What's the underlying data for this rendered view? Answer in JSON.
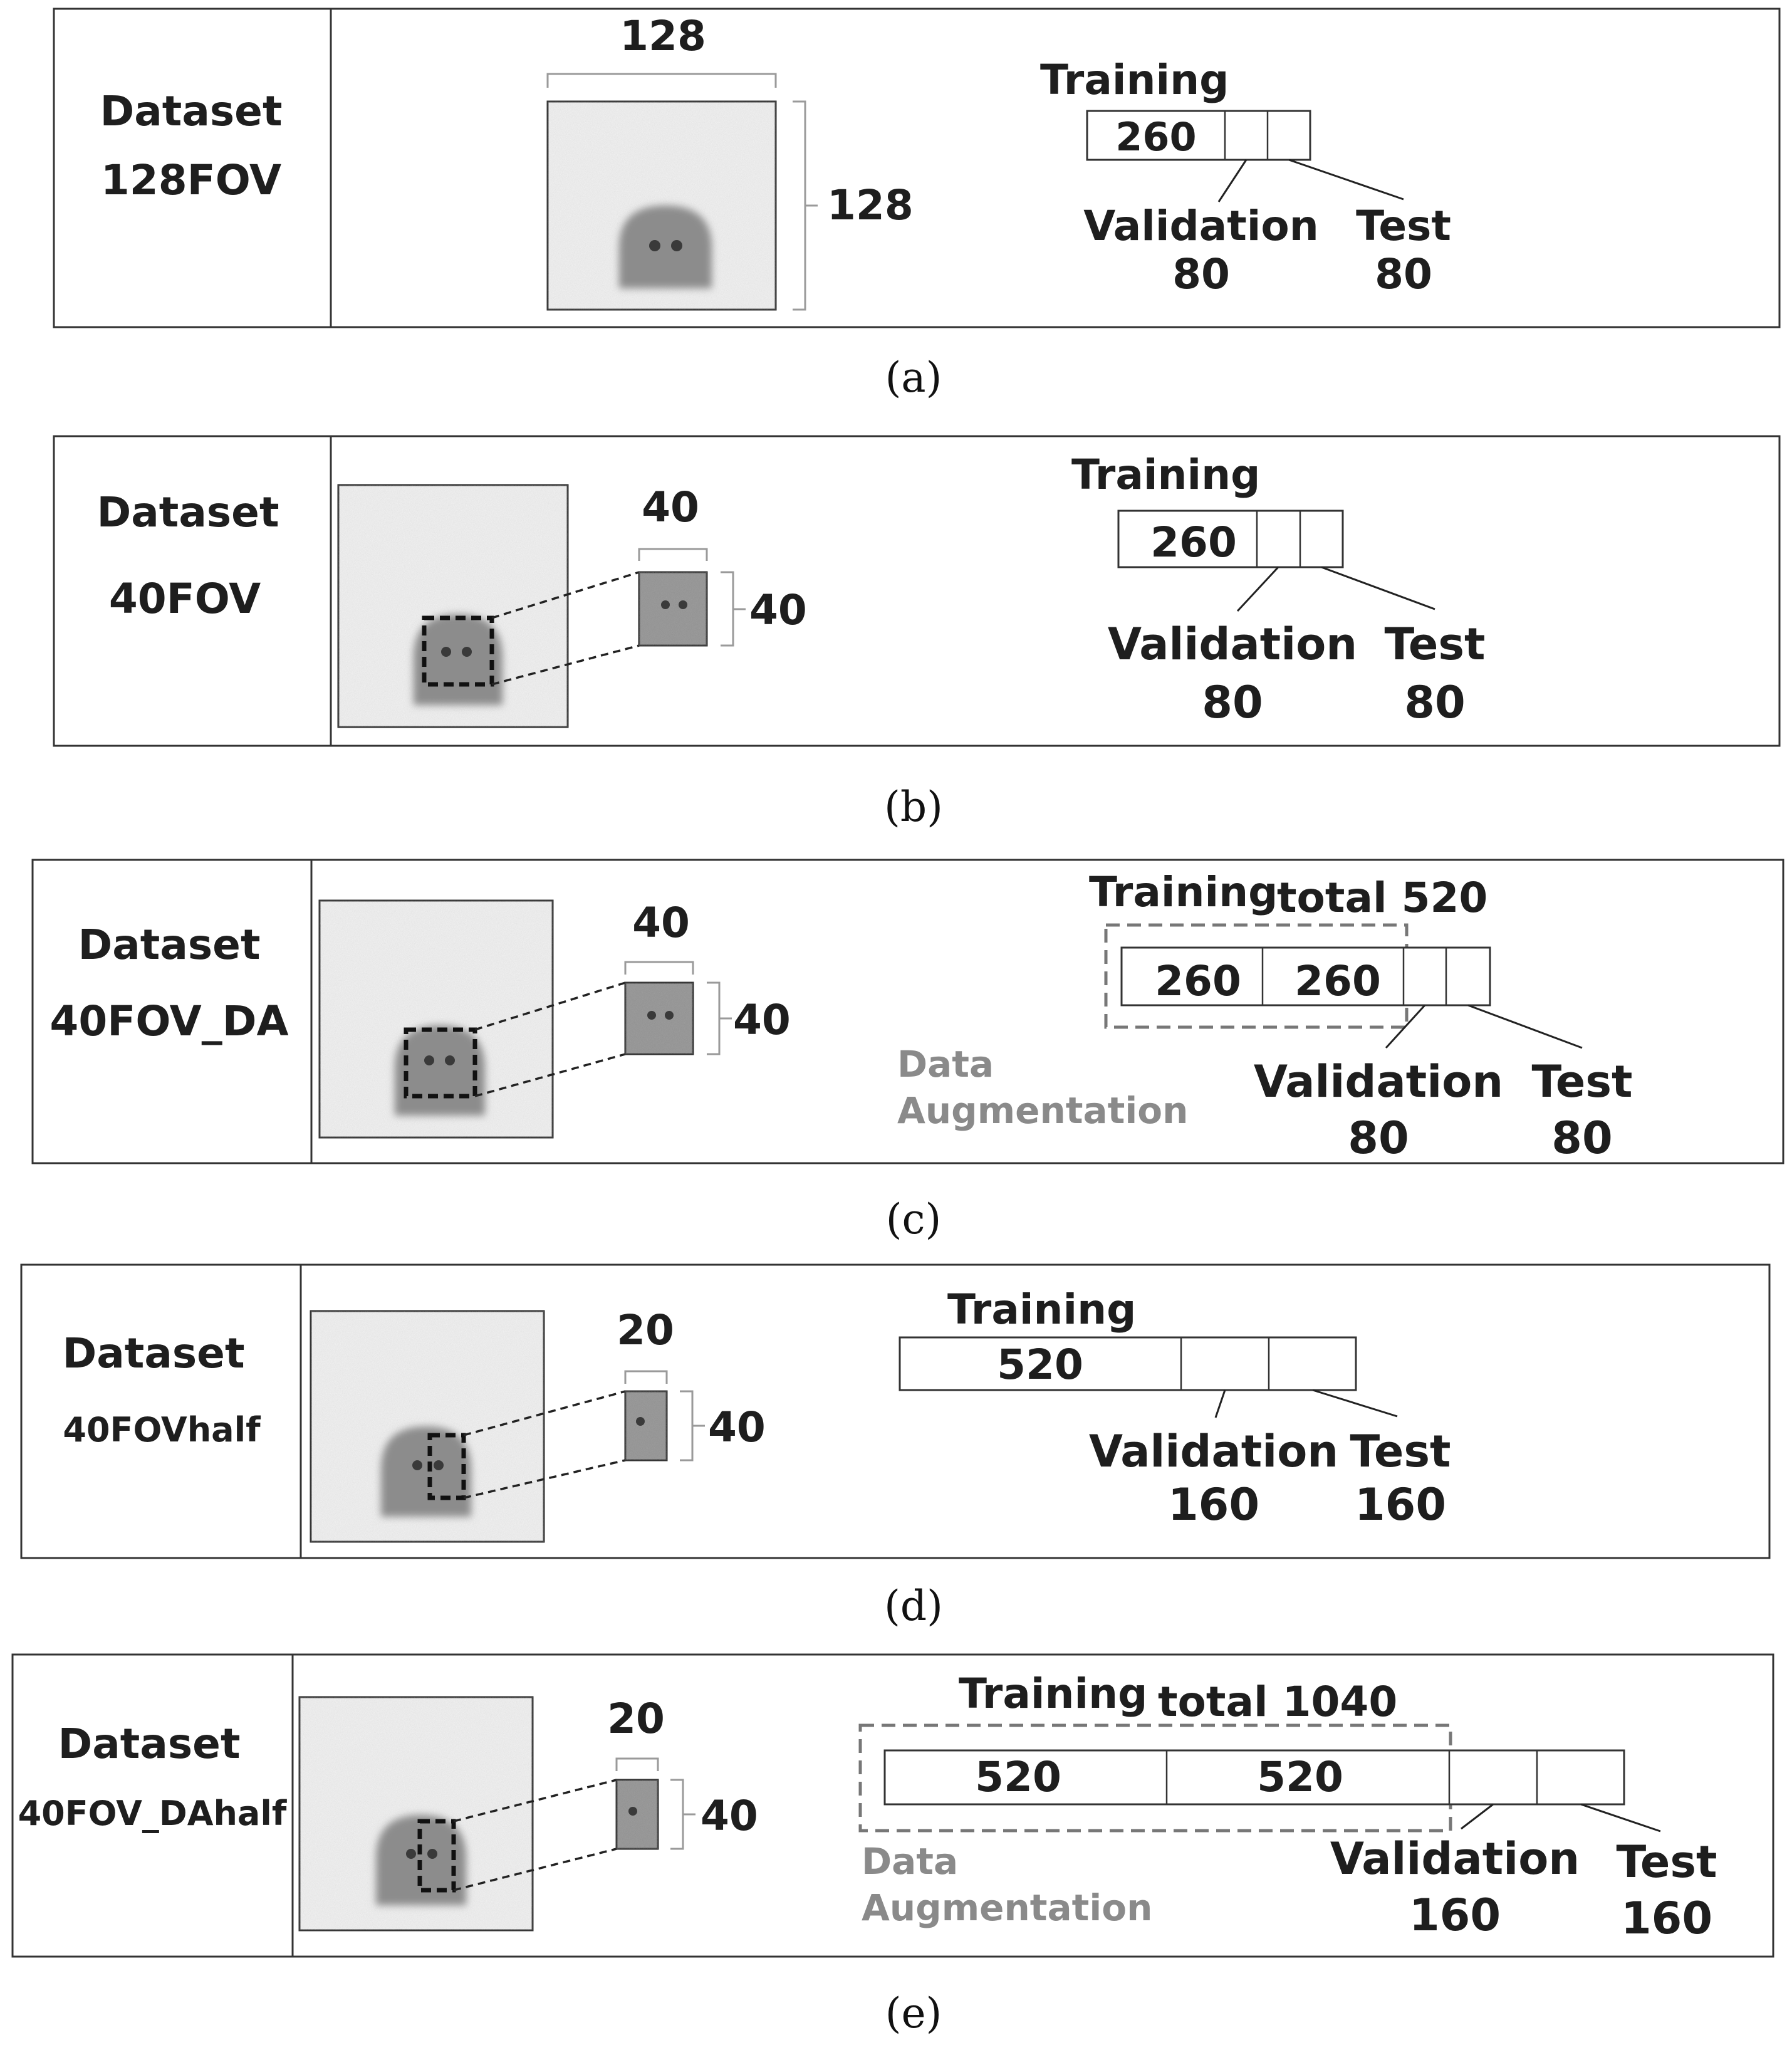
{
  "panels": [
    {
      "id": "a",
      "caption": "(a)",
      "dataset_label": "Dataset",
      "dataset_name": "128FOV",
      "crop_width_label": "128",
      "crop_height_label": "128",
      "training_label": "Training",
      "training_total": "",
      "training_values": [
        "260"
      ],
      "augmentation_label": "",
      "validation_label": "Validation",
      "validation_count": "80",
      "test_label": "Test",
      "test_count": "80"
    },
    {
      "id": "b",
      "caption": "(b)",
      "dataset_label": "Dataset",
      "dataset_name": "40FOV",
      "crop_width_label": "40",
      "crop_height_label": "40",
      "training_label": "Training",
      "training_total": "",
      "training_values": [
        "260"
      ],
      "augmentation_label": "",
      "validation_label": "Validation",
      "validation_count": "80",
      "test_label": "Test",
      "test_count": "80"
    },
    {
      "id": "c",
      "caption": "(c)",
      "dataset_label": "Dataset",
      "dataset_name": "40FOV_DA",
      "crop_width_label": "40",
      "crop_height_label": "40",
      "training_label": "Training",
      "training_total": "total 520",
      "training_values": [
        "260",
        "260"
      ],
      "augmentation_label": [
        "Data",
        "Augmentation"
      ],
      "validation_label": "Validation",
      "validation_count": "80",
      "test_label": "Test",
      "test_count": "80"
    },
    {
      "id": "d",
      "caption": "(d)",
      "dataset_label": "Dataset",
      "dataset_name": "40FOVhalf",
      "crop_width_label": "20",
      "crop_height_label": "40",
      "training_label": "Training",
      "training_total": "",
      "training_values": [
        "520"
      ],
      "augmentation_label": "",
      "validation_label": "Validation",
      "validation_count": "160",
      "test_label": "Test",
      "test_count": "160"
    },
    {
      "id": "e",
      "caption": "(e)",
      "dataset_label": "Dataset",
      "dataset_name": "40FOV_DAhalf",
      "crop_width_label": "20",
      "crop_height_label": "40",
      "training_label": "Training",
      "training_total": "total 1040",
      "training_values": [
        "520",
        "520"
      ],
      "augmentation_label": [
        "Data",
        "Augmentation"
      ],
      "validation_label": "Validation",
      "validation_count": "160",
      "test_label": "Test",
      "test_count": "160"
    }
  ],
  "colors": {
    "line": "#333333",
    "augmentation_text": "#8a8a8a",
    "scan_background": "#f4f4f4",
    "scan_blob": "#8c8c8c"
  }
}
